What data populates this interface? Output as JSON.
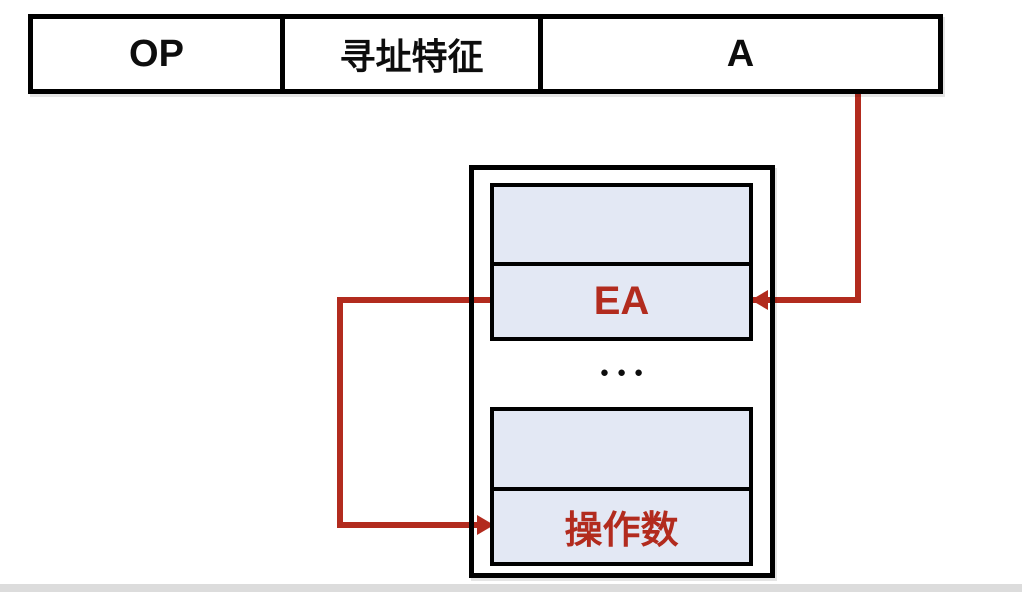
{
  "diagram_title": "indirect-addressing-diagram",
  "instruction_format": {
    "fields": [
      {
        "name": "opcode",
        "label": "OP"
      },
      {
        "name": "addressing-mode",
        "label": "寻址特征"
      },
      {
        "name": "address",
        "label": "A"
      }
    ]
  },
  "memory": {
    "rows": [
      {
        "name": "empty-cell-1",
        "label": ""
      },
      {
        "name": "effective-address-cell",
        "label": "EA"
      },
      {
        "name": "empty-cell-2",
        "label": ""
      },
      {
        "name": "operand-cell",
        "label": "操作数"
      }
    ],
    "ellipsis": "●●●"
  },
  "arrows": [
    {
      "name": "arrow-a-to-ea",
      "from": "A",
      "to": "EA",
      "direction": "left"
    },
    {
      "name": "arrow-ea-to-operand",
      "from": "EA",
      "to": "操作数",
      "direction": "right"
    }
  ],
  "colors": {
    "arrow": "#b22b1e",
    "red_label": "#b22b1e",
    "cell_fill": "#e3e8f4",
    "box_border": "#000000",
    "background": "#ffffff",
    "bottom_strip": "#dcdcdc"
  }
}
